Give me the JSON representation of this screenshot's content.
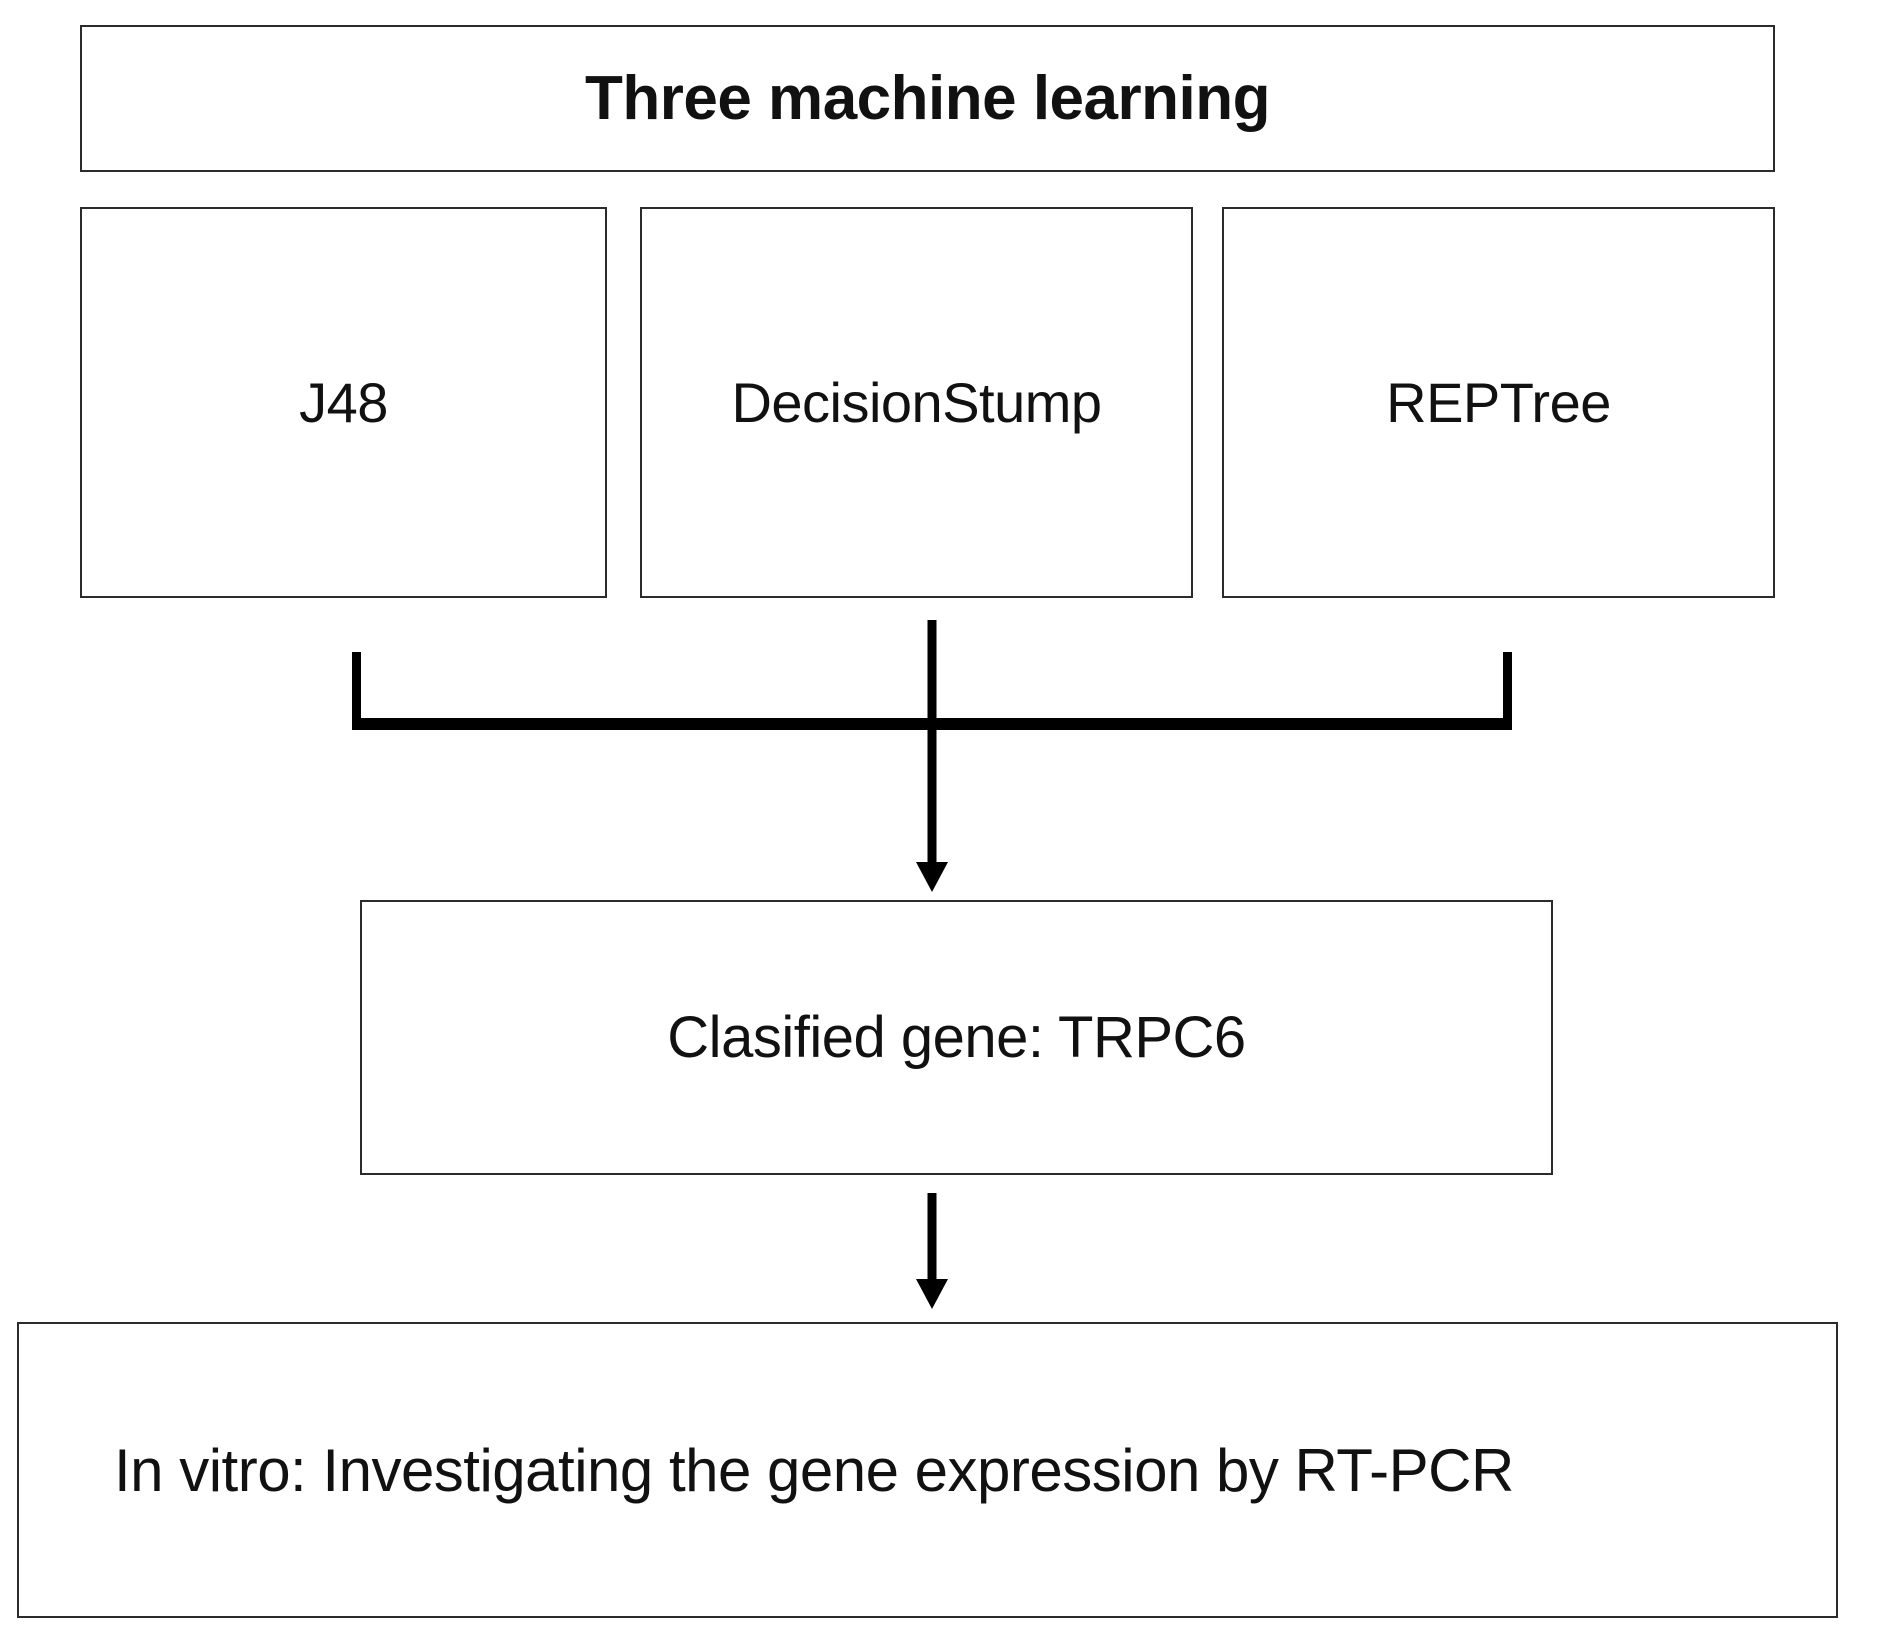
{
  "diagram": {
    "title_box": {
      "label": "Three machine learning"
    },
    "algorithms": [
      {
        "label": "J48"
      },
      {
        "label": "DecisionStump"
      },
      {
        "label": "REPTree"
      }
    ],
    "result_box": {
      "label": "Clasified gene: TRPC6"
    },
    "invitro_box": {
      "label": "In vitro: Investigating the gene expression by RT-PCR"
    },
    "connectors": {
      "bracket_name": "merge-bracket",
      "arrow_merge_name": "arrow-down-to-result",
      "arrow_result_name": "arrow-down-to-invitro"
    },
    "colors": {
      "box_border": "#2b2b2b",
      "connector": "#000000",
      "text": "#111111",
      "background": "#ffffff"
    }
  }
}
